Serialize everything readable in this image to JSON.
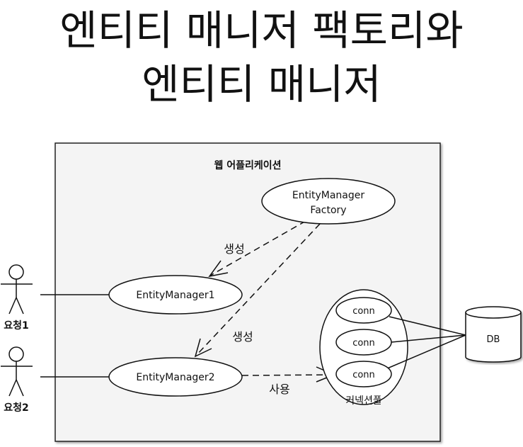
{
  "title": {
    "line1": "엔티티 매니저 팩토리와",
    "line2": "엔티티 매니저"
  },
  "diagram": {
    "container_label": "웹 어플리케이션",
    "factory": {
      "line1": "EntityManager",
      "line2": "Factory"
    },
    "em1": "EntityManager1",
    "em2": "EntityManager2",
    "create_label_1": "생성",
    "create_label_2": "생성",
    "use_label": "사용",
    "conns": [
      "conn",
      "conn",
      "conn"
    ],
    "pool_label": "커넥션풀",
    "db": "DB",
    "actors": [
      "요청1",
      "요청2"
    ]
  }
}
